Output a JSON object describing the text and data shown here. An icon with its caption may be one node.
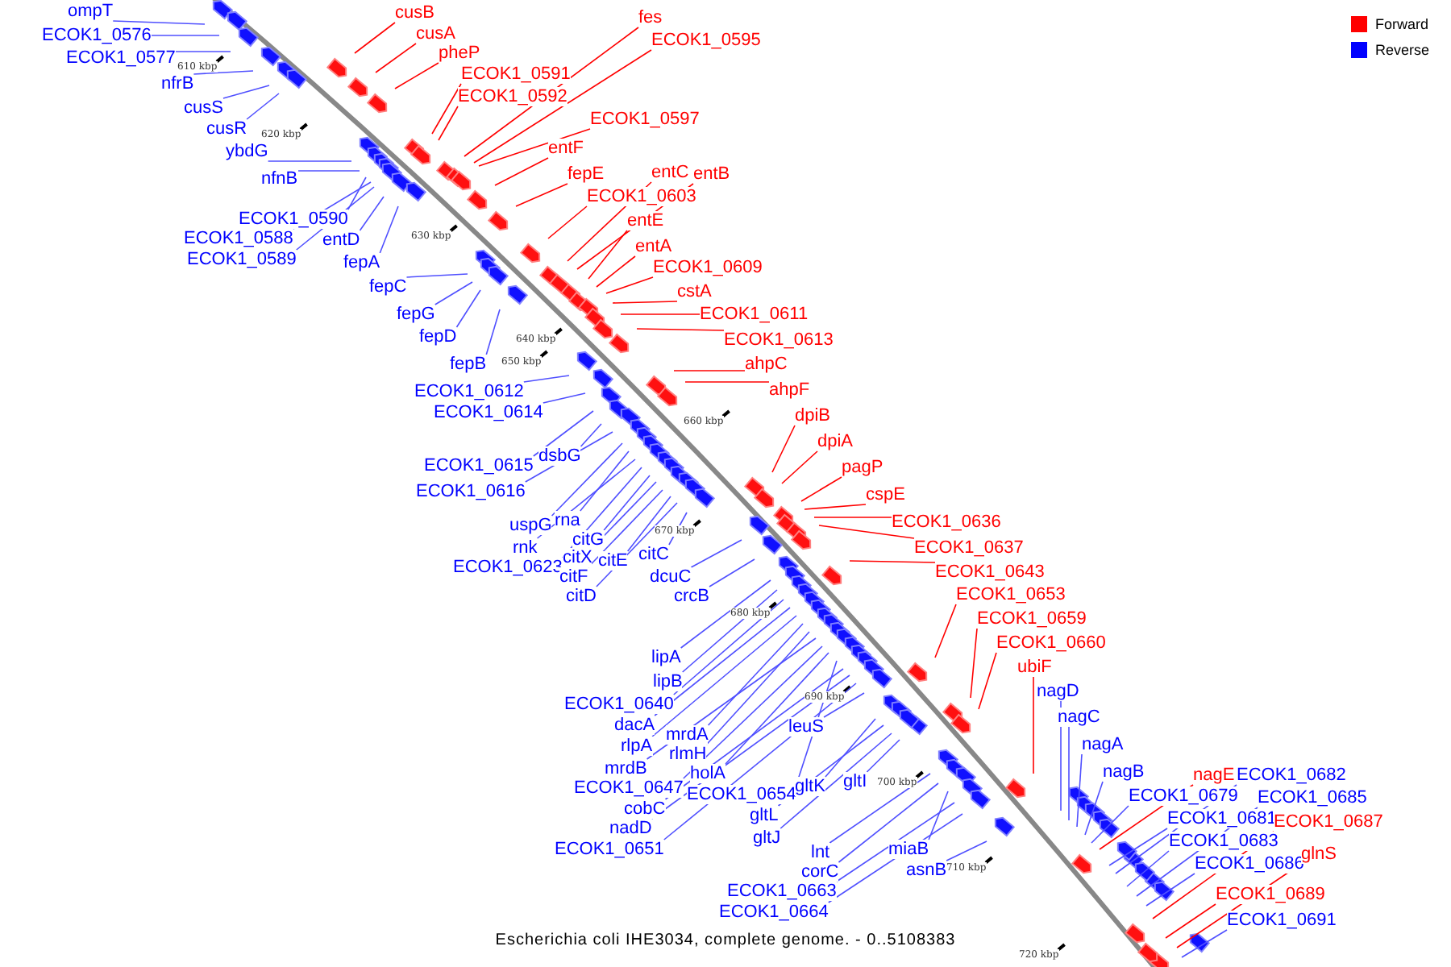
{
  "diagram": {
    "caption": "Escherichia coli IHE3034, complete genome. - 0..5108383",
    "nodes": [
      {
        "text": [
          "ompT"
        ]
      },
      {
        "text": [
          "ECOK1_0576"
        ]
      },
      {
        "text": [
          "ECOK1_0577"
        ]
      },
      {
        "text": [
          "nfrB"
        ]
      },
      {
        "text": [
          "cusS"
        ]
      },
      {
        "text": [
          "cusR"
        ]
      },
      {
        "text": [
          "ybdG"
        ]
      },
      {
        "text": [
          "nfnB"
        ]
      },
      {
        "text": [
          "ECOK1_0590"
        ]
      },
      {
        "text": [
          "ECOK1_0588"
        ]
      },
      {
        "text": [
          "ECOK1_0589"
        ]
      },
      {
        "text": [
          "entD"
        ]
      },
      {
        "text": [
          "fepA"
        ]
      },
      {
        "text": [
          "fepC"
        ]
      },
      {
        "text": [
          "fepG"
        ]
      },
      {
        "text": [
          "fepD"
        ]
      },
      {
        "text": [
          "fepB"
        ]
      },
      {
        "text": [
          "ECOK1_0612"
        ]
      },
      {
        "text": [
          "ECOK1_0614"
        ]
      },
      {
        "text": [
          "ECOK1_0615"
        ]
      },
      {
        "text": [
          "dsbG"
        ]
      },
      {
        "text": [
          "ECOK1_0616"
        ]
      },
      {
        "text": [
          "uspG"
        ]
      },
      {
        "text": [
          "rna"
        ]
      },
      {
        "text": [
          "rnk"
        ]
      },
      {
        "text": [
          "ECOK1_0623"
        ]
      },
      {
        "text": [
          "citG"
        ]
      },
      {
        "text": [
          "citX"
        ]
      },
      {
        "text": [
          "citF"
        ]
      },
      {
        "text": [
          "citE"
        ]
      },
      {
        "text": [
          "citD"
        ]
      },
      {
        "text": [
          "citC"
        ]
      },
      {
        "text": [
          "dcuC"
        ]
      },
      {
        "text": [
          "crcB"
        ]
      },
      {
        "text": [
          "lipA"
        ]
      },
      {
        "text": [
          "lipB"
        ]
      },
      {
        "text": [
          "ECOK1_0640"
        ]
      },
      {
        "text": [
          "dacA"
        ]
      },
      {
        "text": [
          "rlpA"
        ]
      },
      {
        "text": [
          "mrdA"
        ]
      },
      {
        "text": [
          "rlmH"
        ]
      },
      {
        "text": [
          "mrdB"
        ]
      },
      {
        "text": [
          "ECOK1_0647"
        ]
      },
      {
        "text": [
          "holA"
        ]
      },
      {
        "text": [
          "ECOK1_0654"
        ]
      },
      {
        "text": [
          "cobC"
        ]
      },
      {
        "text": [
          "nadD"
        ]
      },
      {
        "text": [
          "ECOK1_0651"
        ]
      },
      {
        "text": [
          "leuS"
        ]
      },
      {
        "text": [
          "gltK"
        ]
      },
      {
        "text": [
          "gltI"
        ]
      },
      {
        "text": [
          "gltL"
        ]
      },
      {
        "text": [
          "gltJ"
        ]
      },
      {
        "text": [
          "lnt"
        ]
      },
      {
        "text": [
          "corC"
        ]
      },
      {
        "text": [
          "miaB"
        ]
      },
      {
        "text": [
          "asnB"
        ]
      },
      {
        "text": [
          "ECOK1_0663"
        ]
      },
      {
        "text": [
          "ECOK1_0664"
        ]
      },
      {
        "text": [
          "nagD"
        ]
      },
      {
        "text": [
          "nagC"
        ]
      },
      {
        "text": [
          "nagA"
        ]
      },
      {
        "text": [
          "nagB"
        ]
      },
      {
        "text": [
          "ECOK1_0679"
        ]
      },
      {
        "text": [
          "ECOK1_0682"
        ]
      },
      {
        "text": [
          "ECOK1_0681"
        ]
      },
      {
        "text": [
          "ECOK1_0685"
        ]
      },
      {
        "text": [
          "ECOK1_0683"
        ]
      },
      {
        "text": [
          "ECOK1_0686"
        ]
      },
      {
        "text": [
          "ECOK1_0691"
        ]
      },
      {
        "text": [
          "cusB"
        ]
      },
      {
        "text": [
          "cusA"
        ]
      },
      {
        "text": [
          "pheP"
        ]
      },
      {
        "text": [
          "ECOK1_0591"
        ]
      },
      {
        "text": [
          "fes"
        ]
      },
      {
        "text": [
          "ECOK1_0595"
        ]
      },
      {
        "text": [
          "ECOK1_0592"
        ]
      },
      {
        "text": [
          "ECOK1_0597"
        ]
      },
      {
        "text": [
          "entF"
        ]
      },
      {
        "text": [
          "fepE"
        ]
      },
      {
        "text": [
          "ECOK1_0603"
        ]
      },
      {
        "text": [
          "entC"
        ]
      },
      {
        "text": [
          "entB"
        ]
      },
      {
        "text": [
          "entE"
        ]
      },
      {
        "text": [
          "entA"
        ]
      },
      {
        "text": [
          "ECOK1_0609"
        ]
      },
      {
        "text": [
          "cstA"
        ]
      },
      {
        "text": [
          "ECOK1_0611"
        ]
      },
      {
        "text": [
          "ECOK1_0613"
        ]
      },
      {
        "text": [
          "ahpC"
        ]
      },
      {
        "text": [
          "ahpF"
        ]
      },
      {
        "text": [
          "dpiB"
        ]
      },
      {
        "text": [
          "dpiA"
        ]
      },
      {
        "text": [
          "pagP"
        ]
      },
      {
        "text": [
          "cspE"
        ]
      },
      {
        "text": [
          "ECOK1_0636"
        ]
      },
      {
        "text": [
          "ECOK1_0637"
        ]
      },
      {
        "text": [
          "ECOK1_0643"
        ]
      },
      {
        "text": [
          "ECOK1_0653"
        ]
      },
      {
        "text": [
          "ECOK1_0659"
        ]
      },
      {
        "text": [
          "ECOK1_0660"
        ]
      },
      {
        "text": [
          "ubiF"
        ]
      },
      {
        "text": [
          "nagE"
        ]
      },
      {
        "text": [
          "ECOK1_0687"
        ]
      },
      {
        "text": [
          "glnS"
        ]
      },
      {
        "text": [
          "ECOK1_0689"
        ]
      }
    ],
    "edges": [
      {
        "from": 0,
        "to": null,
        "arrow": "none"
      },
      {
        "from": 1,
        "to": null,
        "arrow": "none"
      },
      {
        "from": 2,
        "to": null,
        "arrow": "none"
      },
      {
        "from": 3,
        "to": null,
        "arrow": "none"
      },
      {
        "from": 4,
        "to": null,
        "arrow": "none"
      },
      {
        "from": 5,
        "to": null,
        "arrow": "none"
      },
      {
        "from": 6,
        "to": null,
        "arrow": "none"
      },
      {
        "from": 7,
        "to": null,
        "arrow": "none"
      },
      {
        "from": 8,
        "to": null,
        "arrow": "none"
      },
      {
        "from": 9,
        "to": null,
        "arrow": "none"
      },
      {
        "from": 10,
        "to": null,
        "arrow": "none"
      },
      {
        "from": 11,
        "to": null,
        "arrow": "none"
      },
      {
        "from": 12,
        "to": null,
        "arrow": "none"
      },
      {
        "from": 13,
        "to": null,
        "arrow": "none"
      },
      {
        "from": 14,
        "to": null,
        "arrow": "none"
      },
      {
        "from": 15,
        "to": null,
        "arrow": "none"
      },
      {
        "from": 16,
        "to": null,
        "arrow": "none"
      },
      {
        "from": 17,
        "to": null,
        "arrow": "none"
      },
      {
        "from": 18,
        "to": null,
        "arrow": "none"
      },
      {
        "from": 19,
        "to": null,
        "arrow": "none"
      },
      {
        "from": 20,
        "to": null,
        "arrow": "none"
      },
      {
        "from": 21,
        "to": null,
        "arrow": "none"
      },
      {
        "from": 22,
        "to": null,
        "arrow": "none"
      },
      {
        "from": 23,
        "to": null,
        "arrow": "none"
      },
      {
        "from": 24,
        "to": null,
        "arrow": "none"
      },
      {
        "from": 25,
        "to": null,
        "arrow": "none"
      },
      {
        "from": 26,
        "to": null,
        "arrow": "none"
      },
      {
        "from": 27,
        "to": null,
        "arrow": "none"
      },
      {
        "from": 28,
        "to": null,
        "arrow": "none"
      },
      {
        "from": 29,
        "to": null,
        "arrow": "none"
      },
      {
        "from": 30,
        "to": null,
        "arrow": "none"
      },
      {
        "from": 31,
        "to": null,
        "arrow": "none"
      },
      {
        "from": 32,
        "to": null,
        "arrow": "none"
      },
      {
        "from": 33,
        "to": null,
        "arrow": "none"
      },
      {
        "from": 34,
        "to": null,
        "arrow": "none"
      },
      {
        "from": 35,
        "to": null,
        "arrow": "none"
      },
      {
        "from": 36,
        "to": null,
        "arrow": "none"
      },
      {
        "from": 37,
        "to": null,
        "arrow": "none"
      },
      {
        "from": 38,
        "to": null,
        "arrow": "none"
      },
      {
        "from": 39,
        "to": null,
        "arrow": "none"
      },
      {
        "from": 40,
        "to": null,
        "arrow": "none"
      },
      {
        "from": 41,
        "to": null,
        "arrow": "none"
      },
      {
        "from": 42,
        "to": null,
        "arrow": "none"
      },
      {
        "from": 43,
        "to": null,
        "arrow": "none"
      },
      {
        "from": 44,
        "to": null,
        "arrow": "none"
      },
      {
        "from": 45,
        "to": null,
        "arrow": "none"
      },
      {
        "from": 46,
        "to": null,
        "arrow": "none"
      },
      {
        "from": 47,
        "to": null,
        "arrow": "none"
      },
      {
        "from": 48,
        "to": null,
        "arrow": "none"
      },
      {
        "from": 49,
        "to": null,
        "arrow": "none"
      },
      {
        "from": 50,
        "to": null,
        "arrow": "none"
      },
      {
        "from": 51,
        "to": null,
        "arrow": "none"
      },
      {
        "from": 52,
        "to": null,
        "arrow": "none"
      },
      {
        "from": 53,
        "to": null,
        "arrow": "none"
      },
      {
        "from": 54,
        "to": null,
        "arrow": "none"
      },
      {
        "from": 55,
        "to": null,
        "arrow": "none"
      },
      {
        "from": 56,
        "to": null,
        "arrow": "none"
      },
      {
        "from": 57,
        "to": null,
        "arrow": "none"
      },
      {
        "from": 58,
        "to": null,
        "arrow": "none"
      },
      {
        "from": 59,
        "to": null,
        "arrow": "none"
      },
      {
        "from": 60,
        "to": null,
        "arrow": "none"
      },
      {
        "from": 61,
        "to": null,
        "arrow": "none"
      },
      {
        "from": 62,
        "to": null,
        "arrow": "none"
      },
      {
        "from": 63,
        "to": null,
        "arrow": "none"
      },
      {
        "from": 64,
        "to": null,
        "arrow": "none"
      },
      {
        "from": 65,
        "to": null,
        "arrow": "none"
      },
      {
        "from": 66,
        "to": null,
        "arrow": "none"
      },
      {
        "from": 67,
        "to": null,
        "arrow": "none"
      },
      {
        "from": 68,
        "to": null,
        "arrow": "none"
      },
      {
        "from": 69,
        "to": null,
        "arrow": "none"
      },
      {
        "from": 70,
        "to": null,
        "arrow": "none",
        "color": "#ff0000"
      },
      {
        "from": 71,
        "to": null,
        "arrow": "none",
        "color": "#ff0000"
      },
      {
        "from": 72,
        "to": null,
        "arrow": "none",
        "color": "#ff0000"
      },
      {
        "from": 73,
        "to": null,
        "arrow": "none",
        "color": "#ff0000"
      },
      {
        "from": 74,
        "to": null,
        "arrow": "none",
        "color": "#ff0000"
      },
      {
        "from": 75,
        "to": null,
        "arrow": "none",
        "color": "#ff0000"
      },
      {
        "from": 76,
        "to": null,
        "arrow": "none",
        "color": "#ff0000"
      },
      {
        "from": 77,
        "to": null,
        "arrow": "none",
        "color": "#ff0000"
      },
      {
        "from": 78,
        "to": null,
        "arrow": "none",
        "color": "#ff0000"
      },
      {
        "from": 79,
        "to": null,
        "arrow": "none",
        "color": "#ff0000"
      },
      {
        "from": 80,
        "to": null,
        "arrow": "none",
        "color": "#ff0000"
      },
      {
        "from": 81,
        "to": null,
        "arrow": "none",
        "color": "#ff0000"
      },
      {
        "from": 82,
        "to": null,
        "arrow": "none",
        "color": "#ff0000"
      },
      {
        "from": 83,
        "to": null,
        "arrow": "none",
        "color": "#ff0000"
      },
      {
        "from": 84,
        "to": null,
        "arrow": "none",
        "color": "#ff0000"
      },
      {
        "from": 85,
        "to": null,
        "arrow": "none",
        "color": "#ff0000"
      },
      {
        "from": 86,
        "to": null,
        "arrow": "none",
        "color": "#ff0000"
      },
      {
        "from": 87,
        "to": null,
        "arrow": "none",
        "color": "#ff0000"
      },
      {
        "from": 88,
        "to": null,
        "arrow": "none",
        "color": "#ff0000"
      },
      {
        "from": 89,
        "to": null,
        "arrow": "none",
        "color": "#ff0000"
      },
      {
        "from": 90,
        "to": null,
        "arrow": "none",
        "color": "#ff0000"
      },
      {
        "from": 91,
        "to": null,
        "arrow": "none",
        "color": "#ff0000"
      },
      {
        "from": 92,
        "to": null,
        "arrow": "none",
        "color": "#ff0000"
      },
      {
        "from": 93,
        "to": null,
        "arrow": "none",
        "color": "#ff0000"
      },
      {
        "from": 94,
        "to": null,
        "arrow": "none",
        "color": "#ff0000"
      },
      {
        "from": 95,
        "to": null,
        "arrow": "none",
        "color": "#ff0000"
      },
      {
        "from": 96,
        "to": null,
        "arrow": "none",
        "color": "#ff0000"
      },
      {
        "from": 97,
        "to": null,
        "arrow": "none",
        "color": "#ff0000"
      },
      {
        "from": 98,
        "to": null,
        "arrow": "none",
        "color": "#ff0000"
      },
      {
        "from": 99,
        "to": null,
        "arrow": "none",
        "color": "#ff0000"
      },
      {
        "from": 100,
        "to": null,
        "arrow": "none",
        "color": "#ff0000"
      },
      {
        "from": 101,
        "to": null,
        "arrow": "none",
        "color": "#ff0000"
      },
      {
        "from": 102,
        "to": null,
        "arrow": "none",
        "color": "#ff0000"
      },
      {
        "from": 103,
        "to": null,
        "arrow": "none",
        "color": "#ff0000"
      },
      {
        "from": 104,
        "to": null,
        "arrow": "none",
        "color": "#ff0000"
      },
      {
        "from": 105,
        "to": null,
        "arrow": "none",
        "color": "#ff0000"
      }
    ],
    "labels": [
      "610 kbp",
      "620 kbp",
      "630 kbp",
      "640 kbp",
      "650 kbp",
      "660 kbp",
      "670 kbp",
      "680 kbp",
      "690 kbp",
      "700 kbp",
      "710 kbp",
      "720 kbp"
    ],
    "legend": [
      {
        "text": "Forward",
        "color": "#ff0000"
      },
      {
        "text": "Reverse",
        "color": "#0000ff"
      }
    ]
  }
}
